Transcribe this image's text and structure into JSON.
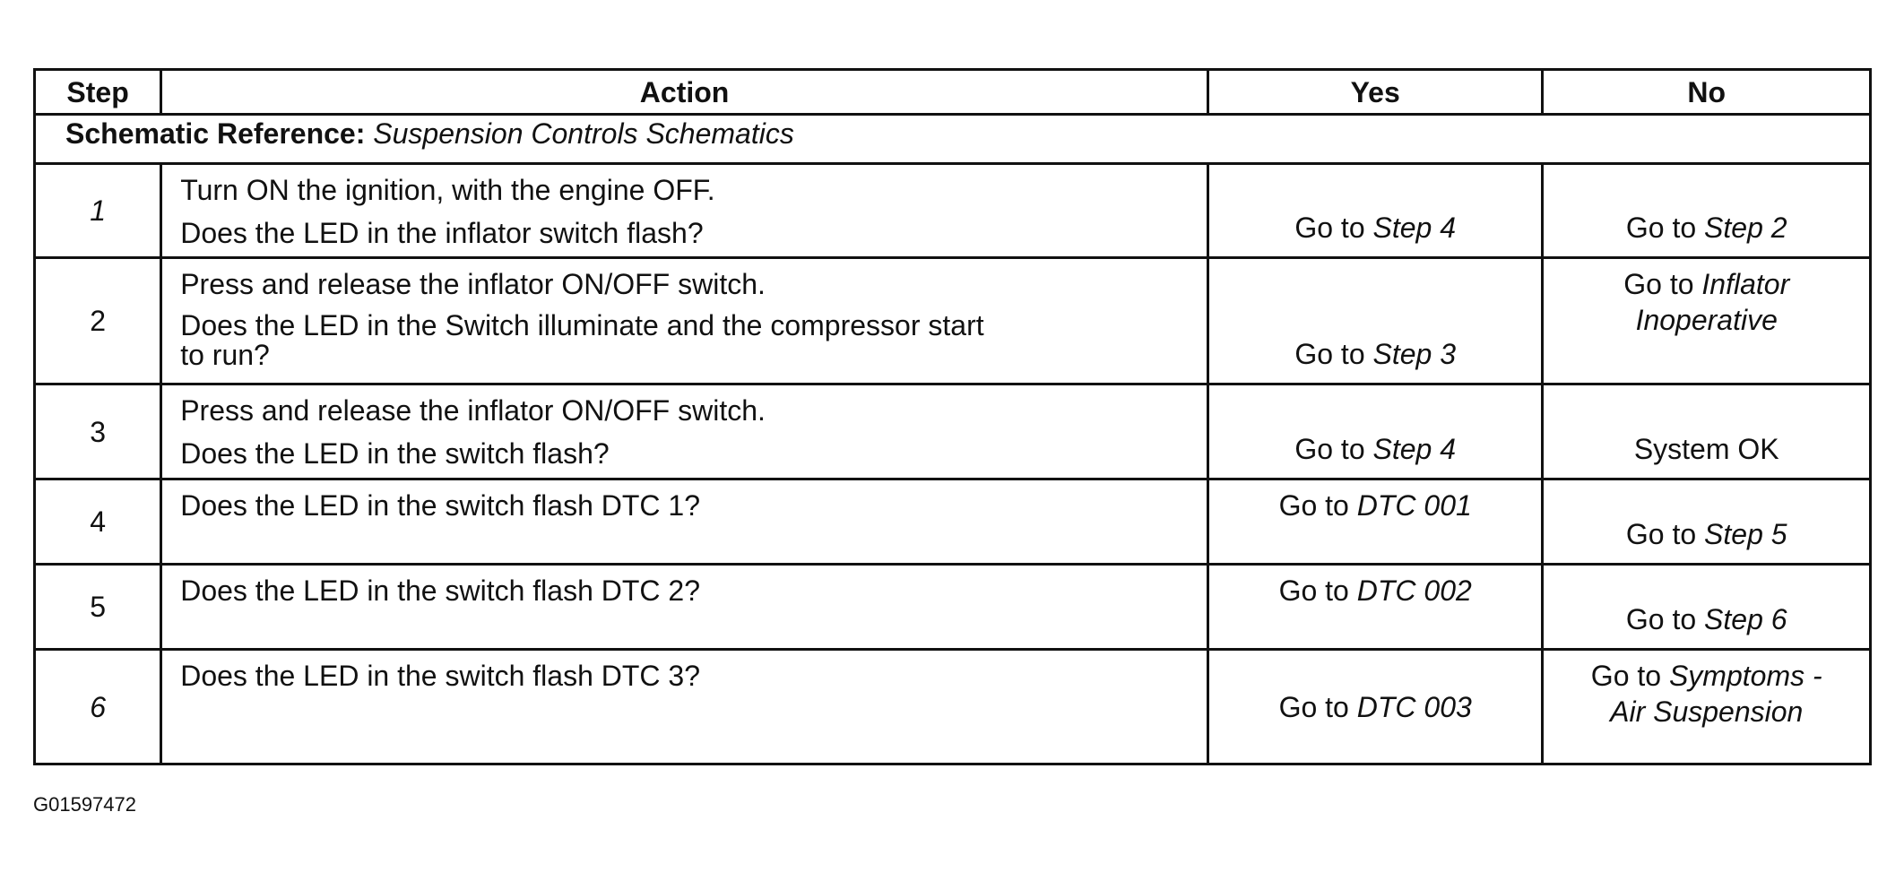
{
  "header": {
    "step": "Step",
    "action": "Action",
    "yes": "Yes",
    "no": "No"
  },
  "schematic": {
    "label": "Schematic Reference:",
    "value": "Suspension Controls Schematics"
  },
  "go_to": "Go to",
  "rows": [
    {
      "step": "1",
      "action": [
        "Turn ON the ignition, with the engine OFF.",
        "Does the LED in the inflator switch flash?"
      ],
      "yes_target": "Step 4",
      "no_target": "Step 2"
    },
    {
      "step": "2",
      "action": [
        "Press and release the inflator ON/OFF switch.",
        "Does the LED in the Switch illuminate and the compressor start",
        "to run?"
      ],
      "yes_target": "Step 3",
      "no_target_line1": "Inflator",
      "no_target_line2": "Inoperative"
    },
    {
      "step": "3",
      "action": [
        "Press and release the inflator ON/OFF switch.",
        "Does the LED in the switch flash?"
      ],
      "yes_target": "Step 4",
      "no_text": "System OK"
    },
    {
      "step": "4",
      "action": [
        "Does the LED in the switch flash DTC 1?"
      ],
      "yes_target": "DTC 001",
      "no_target": "Step 5"
    },
    {
      "step": "5",
      "action": [
        "Does the LED in the switch flash DTC 2?"
      ],
      "yes_target": "DTC 002",
      "no_target": "Step 6"
    },
    {
      "step": "6",
      "action": [
        "Does the LED in the switch flash DTC 3?"
      ],
      "yes_target": "DTC 003",
      "no_target_line1": "Symptoms -",
      "no_target_line2": "Air Suspension"
    }
  ],
  "figure_id": "G01597472"
}
